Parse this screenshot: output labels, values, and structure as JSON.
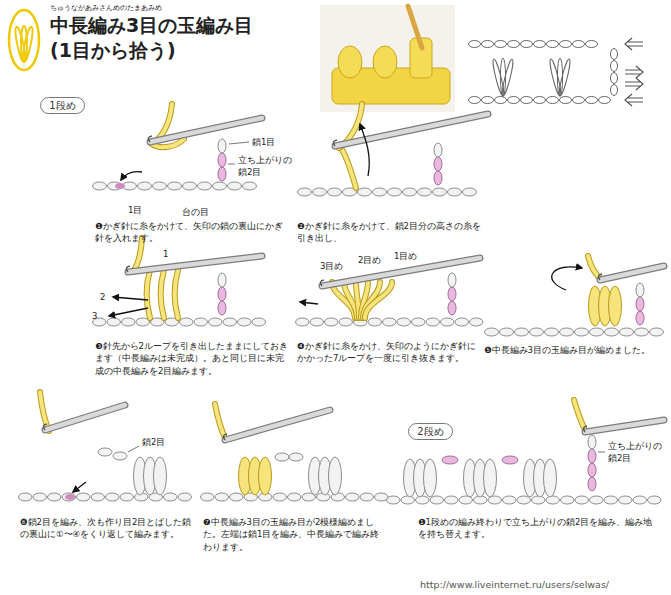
{
  "diagram": {
    "title": "中長編み3目の玉編み目 (1目から拾う)",
    "nodes": [
      {
        "text": [
          "1段め"
        ]
      },
      {
        "text": [
          "2段め"
        ]
      }
    ],
    "labels": [
      "ちゅうながあみさんめのたまあみめ",
      "鎖1目",
      "立ち上がりの 鎖2目",
      "1目",
      "台の目",
      "❶かぎ針に糸をかけて、矢印の鎖の裏山にかぎ針を入れます。",
      "❷かぎ針に糸をかけて、鎖2目分の高さの糸を引き出し、",
      "1",
      "2",
      "3",
      "❸針先から2ループを引き出したままにしておきます（中長編みは未完成）。あと同じ目に未完成の中長編みを2目編みます。",
      "3目め",
      "2目め",
      "1目め",
      "❹かぎ針に糸をかけ、矢印のようにかぎ針にかかった7ループを一度に引き抜きます。",
      "❺中長編み3目の玉編み目が編めました。",
      "鎖2目",
      "❻鎖2目を編み、次も作り目2目とばした鎖の裏山に①〜④をくり返して編みます。",
      "❼中長編み3目の玉編み目が2模様編めました。左端は鎖1目を編み、中長編みで編み終わります。",
      "立ち上がりの 鎖2目",
      "❶1段めの編み終わりで立ち上がりの鎖2目を編み、編み地を持ち替えます。",
      "http://www.liveinternet.ru/users/selwas/"
    ]
  }
}
